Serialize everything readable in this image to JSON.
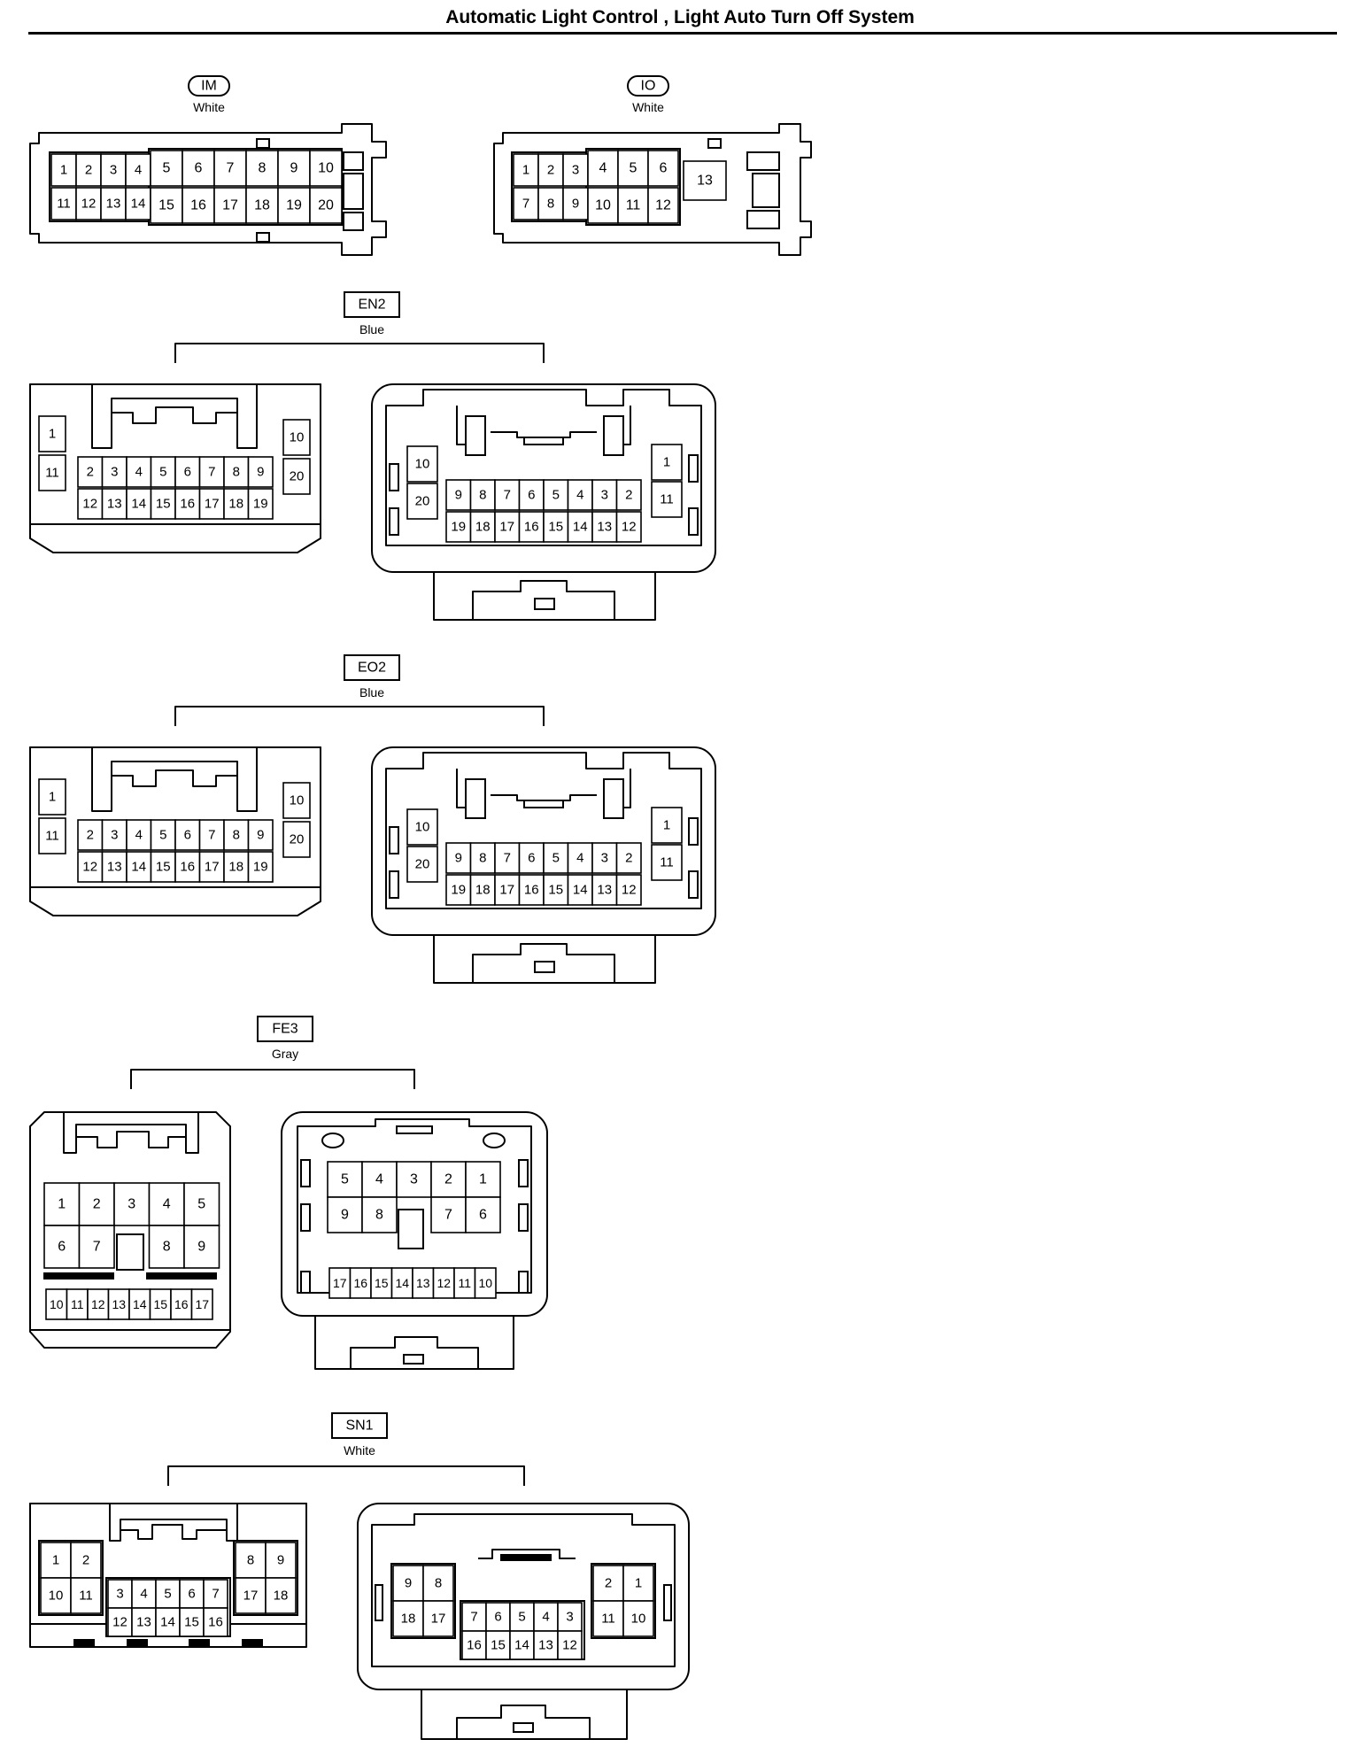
{
  "title": "Automatic Light Control , Light Auto Turn Off System",
  "connectors": [
    {
      "id": "IM",
      "color": "White",
      "badge_style": "rounded",
      "views": [
        {
          "rows": [
            [
              "1",
              "2",
              "3",
              "4",
              "5",
              "6",
              "7",
              "8",
              "9",
              "10"
            ],
            [
              "11",
              "12",
              "13",
              "14",
              "15",
              "16",
              "17",
              "18",
              "19",
              "20"
            ]
          ]
        }
      ]
    },
    {
      "id": "IO",
      "color": "White",
      "badge_style": "rounded",
      "views": [
        {
          "rows": [
            [
              "1",
              "2",
              "3",
              "4",
              "5",
              "6",
              "13"
            ],
            [
              "7",
              "8",
              "9",
              "10",
              "11",
              "12"
            ]
          ]
        }
      ]
    },
    {
      "id": "EN2",
      "color": "Blue",
      "badge_style": "square",
      "views": [
        {
          "side": "harness",
          "left_column": [
            "1",
            "11"
          ],
          "center_rows": [
            [
              "2",
              "3",
              "4",
              "5",
              "6",
              "7",
              "8",
              "9"
            ],
            [
              "12",
              "13",
              "14",
              "15",
              "16",
              "17",
              "18",
              "19"
            ]
          ],
          "right_column": [
            "10",
            "20"
          ]
        },
        {
          "side": "component",
          "left_column": [
            "10",
            "20"
          ],
          "center_rows": [
            [
              "9",
              "8",
              "7",
              "6",
              "5",
              "4",
              "3",
              "2"
            ],
            [
              "19",
              "18",
              "17",
              "16",
              "15",
              "14",
              "13",
              "12"
            ]
          ],
          "right_column": [
            "1",
            "11"
          ]
        }
      ]
    },
    {
      "id": "EO2",
      "color": "Blue",
      "badge_style": "square",
      "views": [
        {
          "side": "harness",
          "left_column": [
            "1",
            "11"
          ],
          "center_rows": [
            [
              "2",
              "3",
              "4",
              "5",
              "6",
              "7",
              "8",
              "9"
            ],
            [
              "12",
              "13",
              "14",
              "15",
              "16",
              "17",
              "18",
              "19"
            ]
          ],
          "right_column": [
            "10",
            "20"
          ]
        },
        {
          "side": "component",
          "left_column": [
            "10",
            "20"
          ],
          "center_rows": [
            [
              "9",
              "8",
              "7",
              "6",
              "5",
              "4",
              "3",
              "2"
            ],
            [
              "19",
              "18",
              "17",
              "16",
              "15",
              "14",
              "13",
              "12"
            ]
          ],
          "right_column": [
            "1",
            "11"
          ]
        }
      ]
    },
    {
      "id": "FE3",
      "color": "Gray",
      "badge_style": "square",
      "views": [
        {
          "side": "harness",
          "top_rows": [
            [
              "1",
              "2",
              "3",
              "4",
              "5"
            ],
            [
              "6",
              "7",
              "",
              "8",
              "9"
            ]
          ],
          "bottom_row": [
            "10",
            "11",
            "12",
            "13",
            "14",
            "15",
            "16",
            "17"
          ]
        },
        {
          "side": "component",
          "top_rows": [
            [
              "5",
              "4",
              "3",
              "2",
              "1"
            ],
            [
              "9",
              "8",
              "",
              "7",
              "6"
            ]
          ],
          "bottom_row": [
            "17",
            "16",
            "15",
            "14",
            "13",
            "12",
            "11",
            "10"
          ]
        }
      ]
    },
    {
      "id": "SN1",
      "color": "White",
      "badge_style": "square",
      "views": [
        {
          "side": "harness",
          "left_block": [
            [
              "1",
              "2"
            ],
            [
              "10",
              "11"
            ]
          ],
          "center_rows": [
            [
              "3",
              "4",
              "5",
              "6",
              "7"
            ],
            [
              "12",
              "13",
              "14",
              "15",
              "16"
            ]
          ],
          "right_block": [
            [
              "8",
              "9"
            ],
            [
              "17",
              "18"
            ]
          ]
        },
        {
          "side": "component",
          "left_block": [
            [
              "9",
              "8"
            ],
            [
              "18",
              "17"
            ]
          ],
          "center_rows": [
            [
              "7",
              "6",
              "5",
              "4",
              "3"
            ],
            [
              "16",
              "15",
              "14",
              "13",
              "12"
            ]
          ],
          "right_block": [
            [
              "2",
              "1"
            ],
            [
              "11",
              "10"
            ]
          ]
        }
      ]
    }
  ]
}
